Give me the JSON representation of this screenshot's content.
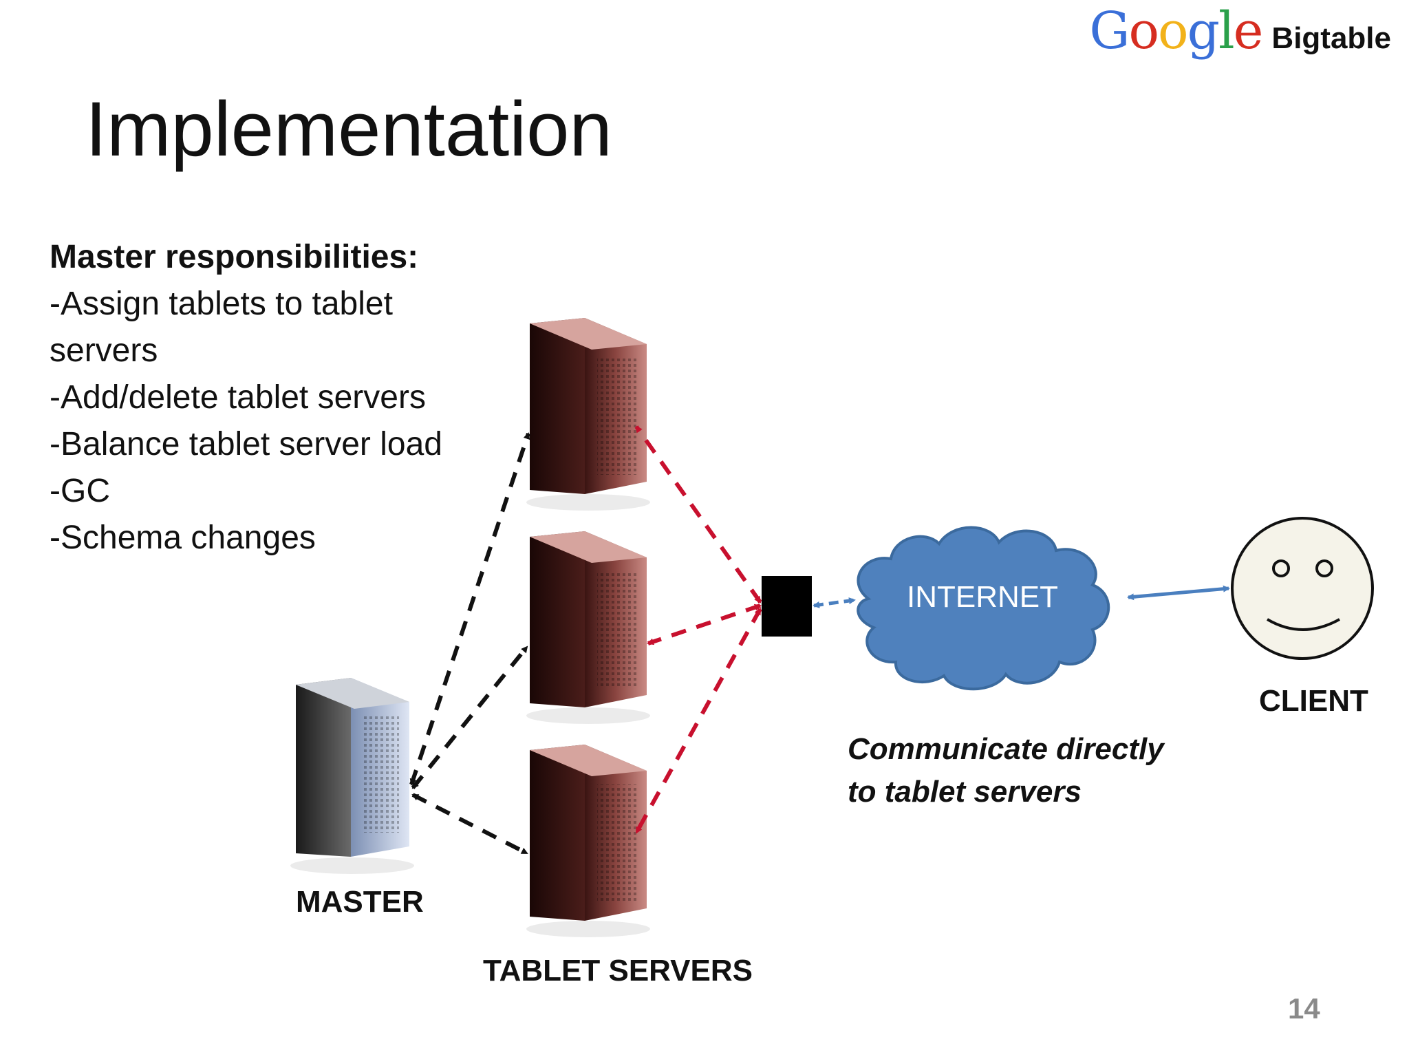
{
  "header": {
    "logo_letters": [
      "G",
      "o",
      "o",
      "g",
      "l",
      "e"
    ],
    "logo_colors": [
      "#3a6fd8",
      "#d62d20",
      "#f2b21a",
      "#3a6fd8",
      "#2aa04a",
      "#d62d20"
    ],
    "product": "Bigtable"
  },
  "title": "Implementation",
  "responsibilities": {
    "heading": "Master responsibilities:",
    "items": [
      "-Assign tablets to tablet",
      "servers",
      "-Add/delete tablet servers",
      "-Balance tablet server load",
      "-GC",
      "-Schema changes"
    ]
  },
  "diagram": {
    "master_label": "MASTER",
    "tablet_servers_label": "TABLET SERVERS",
    "internet_label": "INTERNET",
    "client_label": "CLIENT",
    "note_lines": [
      "Communicate directly",
      "to tablet servers"
    ],
    "colors": {
      "master_links": "#111111",
      "client_links": "#c8102e",
      "internet_links": "#4a7fbf",
      "cloud_fill": "#4f81bd",
      "cloud_stroke": "#3b6a9e",
      "tablet_server": "#7a3a36",
      "master_server": "#555555",
      "client_face": "#f5f3e9"
    }
  },
  "page_number": "14"
}
